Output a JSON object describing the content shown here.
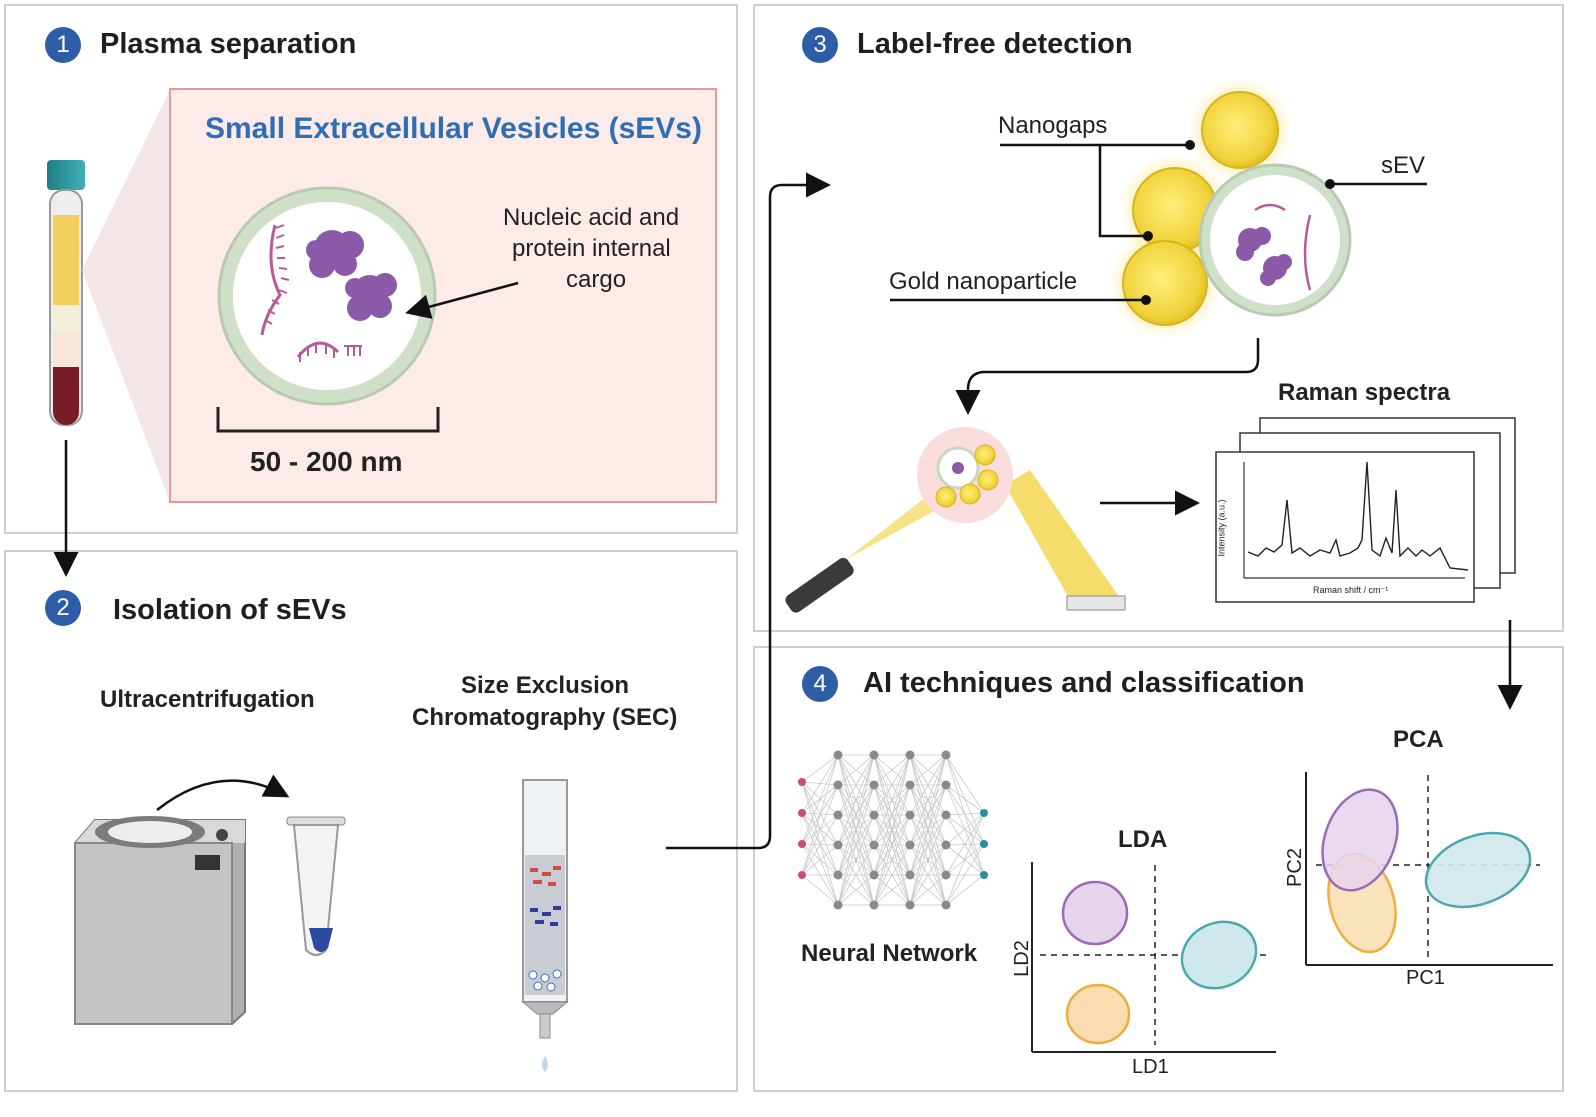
{
  "panels": [
    {
      "number": "1",
      "title": "Plasma separation"
    },
    {
      "number": "2",
      "title": "Isolation of sEVs"
    },
    {
      "number": "3",
      "title": "Label-free detection"
    },
    {
      "number": "4",
      "title": "AI techniques and classification"
    }
  ],
  "sev": {
    "heading": "Small Extracellular Vesicles (sEVs)",
    "cargo_label_1": "Nucleic acid and",
    "cargo_label_2": "protein internal",
    "cargo_label_3": "cargo",
    "size": "50 - 200 nm"
  },
  "isolation": {
    "method_1": "Ultracentrifugation",
    "method_2_line1": "Size Exclusion",
    "method_2_line2": "Chromatography (SEC)"
  },
  "detection": {
    "nanogaps": "Nanogaps",
    "sev": "sEV",
    "gold": "Gold nanoparticle",
    "spectra_title": "Raman spectra",
    "spectra_xlabel": "Raman shift / cm⁻¹",
    "spectra_ylabel": "Intensity (a.u.)"
  },
  "ai": {
    "nn_label": "Neural Network",
    "lda_title": "LDA",
    "lda_x": "LD1",
    "lda_y": "LD2",
    "pca_title": "PCA",
    "pca_x": "PC1",
    "pca_y": "PC2"
  },
  "colors": {
    "accent_blue": "#2e5da8",
    "heading_blue": "#2f6db5",
    "purple": "#9b6bb5",
    "gold": "#f1d23b",
    "teal": "#5cb8bd",
    "orange": "#f2b552"
  }
}
